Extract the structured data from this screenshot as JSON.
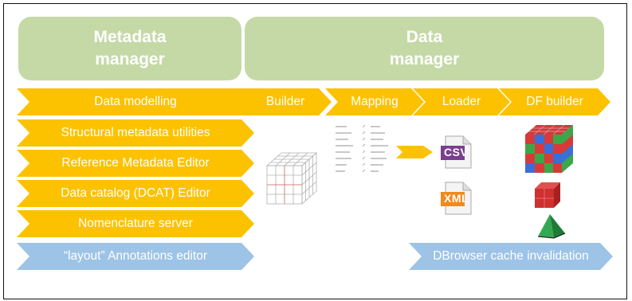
{
  "headers": {
    "metadata_line1": "Metadata",
    "metadata_line2": "manager",
    "data_line1": "Data",
    "data_line2": "manager"
  },
  "process_arrows": [
    "Data modelling",
    "Builder",
    "Mapping",
    "Loader",
    "DF builder"
  ],
  "left_arrows": [
    "Structural metadata utilities",
    "Reference Metadata Editor",
    "Data catalog (DCAT) Editor",
    "Nomenclature server"
  ],
  "annotations_editor": "“layout” Annotations editor",
  "cache_invalidation": "DBrowser cache invalidation",
  "files": {
    "csv": "CSV",
    "xml": "XML"
  },
  "colors": {
    "header_green": "#c5d9a6",
    "arrow_gold": "#fcc200",
    "arrow_blue": "#9dc3e6",
    "csv_purple": "#7b3f8f",
    "xml_orange": "#f08a1c"
  },
  "icons": [
    "cube-grid-icon",
    "mapping-table-icon",
    "mapping-arrow-icon",
    "csv-file-icon",
    "xml-file-icon",
    "multicolor-cube-icon",
    "red-block-icon",
    "pyramid-icon"
  ]
}
